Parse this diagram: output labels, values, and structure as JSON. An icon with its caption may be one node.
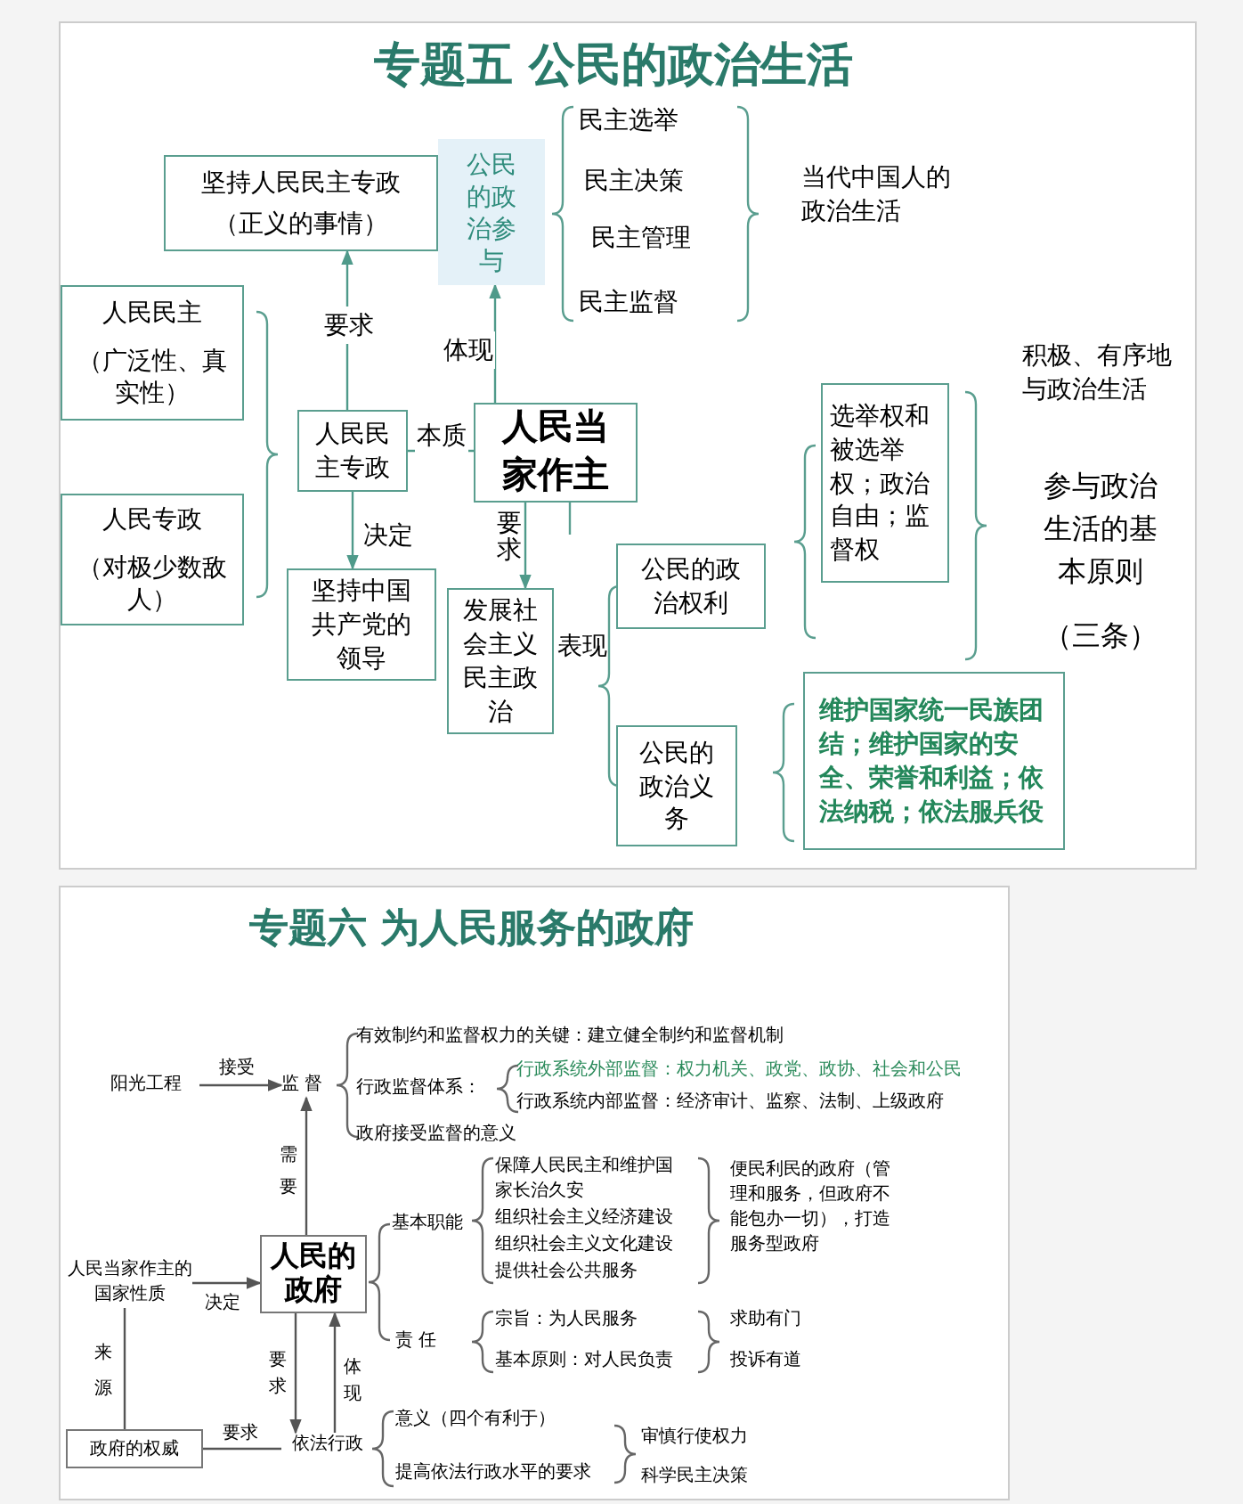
{
  "diagram": {
    "title": "专题五 公民的政治生活",
    "nodes": [
      {
        "text": [
          "坚持人民民主专政",
          "（正义的事情）"
        ]
      },
      {
        "text": [
          "公民的政治参与"
        ]
      },
      {
        "text": [
          "民主选举"
        ]
      },
      {
        "text": [
          "民主决策"
        ]
      },
      {
        "text": [
          "民主管理"
        ]
      },
      {
        "text": [
          "民主监督"
        ]
      },
      {
        "text": [
          "当代中国人的政治生活"
        ]
      },
      {
        "text": [
          "人民民主",
          "（广泛性、真实性）"
        ]
      },
      {
        "text": [
          "人民专政",
          "（对极少数敌人）"
        ]
      },
      {
        "text": [
          "人民民主专政"
        ]
      },
      {
        "text": [
          "人民当家作主"
        ]
      },
      {
        "text": [
          "坚持中国共产党的领导"
        ]
      },
      {
        "text": [
          "发展社会主义民主政治"
        ]
      },
      {
        "text": [
          "公民的政治权利"
        ]
      },
      {
        "text": [
          "选举权和被选举权；政治自由；监督权"
        ]
      },
      {
        "text": [
          "积极、有序地与政治生活"
        ]
      },
      {
        "text": [
          "参与政治生活的基本原则",
          "（三条）"
        ]
      },
      {
        "text": [
          "公民的政治义务"
        ]
      },
      {
        "text": [
          "维护国家统一民族团结；维护国家的安全、荣誉和利益；依法纳税；依法服兵役"
        ]
      },
      {
        "text": [
          "阳光工程"
        ]
      },
      {
        "text": [
          "监 督"
        ]
      },
      {
        "text": [
          "有效制约和监督权力的关键：建立健全制约和监督机制"
        ]
      },
      {
        "text": [
          "行政监督体系："
        ]
      },
      {
        "text": [
          "行政系统外部监督：权力机关、政党、政协、社会和公民"
        ]
      },
      {
        "text": [
          "行政系统内部监督：经济审计、监察、法制、上级政府"
        ]
      },
      {
        "text": [
          "政府接受监督的意义"
        ]
      },
      {
        "text": [
          "人民的政府"
        ]
      },
      {
        "text": [
          "人民当家作主的国家性质"
        ]
      },
      {
        "text": [
          "政府的权威"
        ]
      },
      {
        "text": [
          "依法行政"
        ]
      },
      {
        "text": [
          "基本职能"
        ]
      },
      {
        "text": [
          "保障人民民主和维护国家长治久安"
        ]
      },
      {
        "text": [
          "组织社会主义经济建设"
        ]
      },
      {
        "text": [
          "组织社会主义文化建设"
        ]
      },
      {
        "text": [
          "提供社会公共服务"
        ]
      },
      {
        "text": [
          "便民利民的政府（管理和服务，但政府不能包办一切），打造服务型政府"
        ]
      },
      {
        "text": [
          "责 任"
        ]
      },
      {
        "text": [
          "宗旨：为人民服务"
        ]
      },
      {
        "text": [
          "基本原则：对人民负责"
        ]
      },
      {
        "text": [
          "求助有门"
        ]
      },
      {
        "text": [
          "投诉有道"
        ]
      },
      {
        "text": [
          "意义（四个有利于）"
        ]
      },
      {
        "text": [
          "提高依法行政水平的要求"
        ]
      },
      {
        "text": [
          "审慎行使权力"
        ]
      },
      {
        "text": [
          "科学民主决策"
        ]
      }
    ],
    "edges": [
      {
        "from": 9,
        "to": 0,
        "arrow": "to",
        "label": "要求",
        "color": "#4f9a8a"
      },
      {
        "from": 10,
        "to": 1,
        "arrow": "to",
        "label": "体现",
        "color": "#4f9a8a"
      },
      {
        "from": 9,
        "to": 10,
        "arrow": "none",
        "label": "本质",
        "color": "#4f9a8a"
      },
      {
        "from": 9,
        "to": 11,
        "arrow": "to",
        "label": "决定",
        "color": "#4f9a8a"
      },
      {
        "from": 10,
        "to": 12,
        "arrow": "to",
        "label": "要求",
        "color": "#4f9a8a"
      },
      {
        "from": 19,
        "to": 20,
        "arrow": "to",
        "label": "接受"
      },
      {
        "from": 26,
        "to": 20,
        "arrow": "to",
        "label": "需要"
      },
      {
        "from": 27,
        "to": 26,
        "arrow": "to",
        "label": "决定"
      },
      {
        "from": 28,
        "to": 27,
        "arrow": "none",
        "label": "来源"
      },
      {
        "from": 26,
        "to": 29,
        "arrow": "to",
        "label": "要求"
      },
      {
        "from": 29,
        "to": 26,
        "arrow": "to",
        "label": "体现"
      },
      {
        "from": 28,
        "to": 29,
        "arrow": "none",
        "label": "要求"
      }
    ],
    "labels": [
      "表现",
      "专题六 为人民服务的政府"
    ]
  }
}
